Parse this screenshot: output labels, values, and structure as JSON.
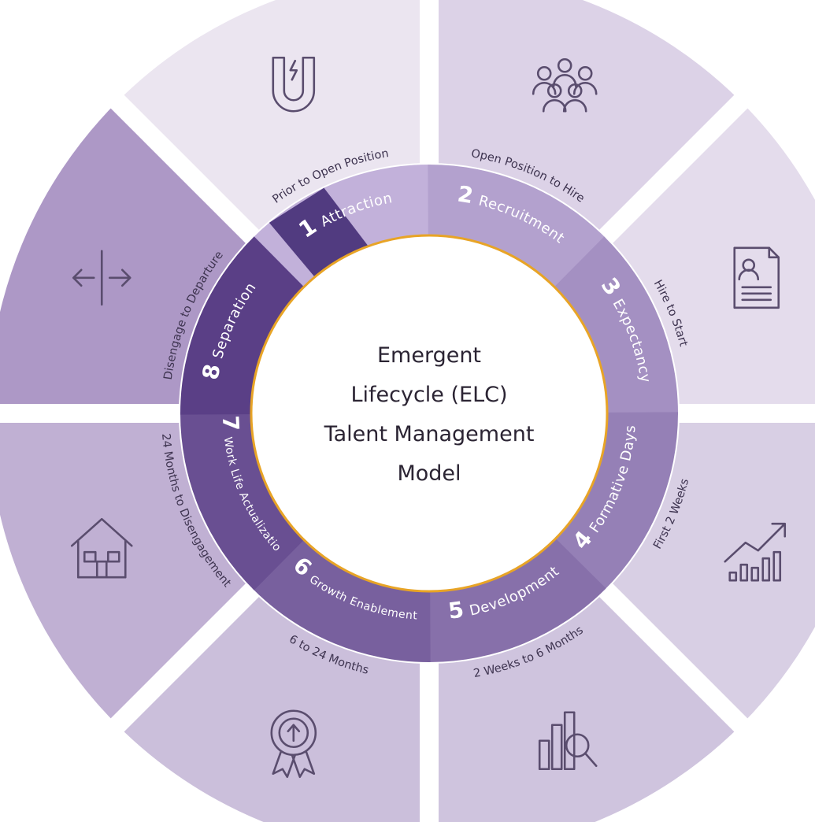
{
  "title_lines": [
    "Emergent",
    "Lifecycle (ELC)",
    "Talent Management",
    "Model"
  ],
  "stages": [
    {
      "num": "1",
      "label": "Attraction",
      "range": "Prior to Open Position",
      "icon": "magnet-icon"
    },
    {
      "num": "2",
      "label": "Recruitment",
      "range": "Open Position to Hire",
      "icon": "people-group-icon"
    },
    {
      "num": "3",
      "label": "Expectancy",
      "range": "Hire to Start",
      "icon": "document-profile-icon"
    },
    {
      "num": "4",
      "label": "Formative Days",
      "range": "First 2 Weeks",
      "icon": "growth-chart-icon"
    },
    {
      "num": "5",
      "label": "Development",
      "range": "2 Weeks to 6 Months",
      "icon": "bar-chart-magnifier-icon"
    },
    {
      "num": "6",
      "label": "Growth Enablement",
      "range": "6 to 24 Months",
      "icon": "award-ribbon-icon"
    },
    {
      "num": "7",
      "label": "Work Life Actualization",
      "range": "24 Months to Disengagement",
      "icon": "house-icon"
    },
    {
      "num": "8",
      "label": "Separation",
      "range": "Disengage to Departure",
      "icon": "split-arrows-icon"
    }
  ],
  "colors": {
    "outer_segments": [
      "#ebe5f0",
      "#dcd2e7",
      "#e4dcec",
      "#d8cfe4",
      "#cfc4de",
      "#cbbfdb",
      "#c0b0d3",
      "#ad98c6"
    ],
    "ring_start": "#c2b1da",
    "ring_end": "#5a3f86",
    "center_border": "#e8a426",
    "icon_stroke": "#5a4d6e"
  }
}
